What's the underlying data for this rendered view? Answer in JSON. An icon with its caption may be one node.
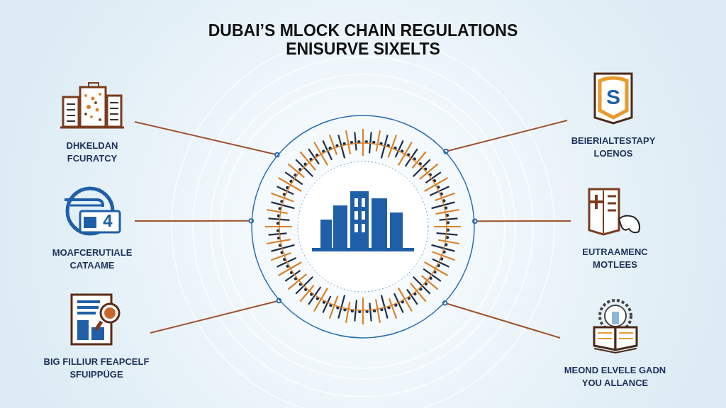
{
  "diagram": {
    "title": "DUBAI’S MLOCK CHAIN REGULATIONS ENISURVE SIXELTS",
    "nodes": [
      {
        "text": [],
        "shape": "circle"
      },
      {
        "text": [
          "DHKELDAN FCURATCY"
        ]
      },
      {
        "text": [
          "BEIERIALTESTAPY LOENOS"
        ]
      },
      {
        "text": [
          "MOAFCERUTIALE CATAAME"
        ]
      },
      {
        "text": [
          "EUTRAAMENC MOTLEES"
        ]
      },
      {
        "text": [
          "BIG FILLIUR FEAPCELF SFUIPPÜGE"
        ]
      },
      {
        "text": [
          "MEOND ELVELE GADN YOU ALLANCE"
        ]
      }
    ],
    "edges": [
      {
        "from": 1,
        "to": 0,
        "arrow": "other"
      },
      {
        "from": 2,
        "to": 0,
        "arrow": "other"
      },
      {
        "from": 3,
        "to": 0,
        "arrow": "other"
      },
      {
        "from": 4,
        "to": 0,
        "arrow": "other"
      },
      {
        "from": 5,
        "to": 0,
        "arrow": "other"
      },
      {
        "from": 6,
        "to": 0,
        "arrow": "other"
      }
    ],
    "labels": [
      "S",
      "4"
    ]
  }
}
